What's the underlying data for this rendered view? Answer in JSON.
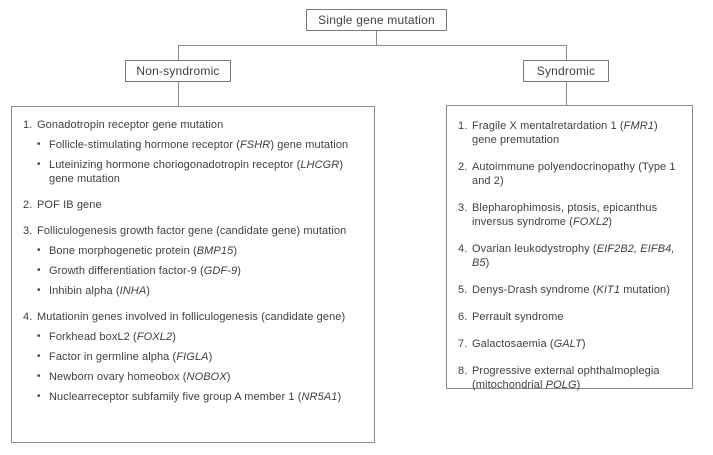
{
  "diagram": {
    "root_label": "Single gene mutation",
    "left": {
      "label": "Non-syndromic",
      "items": [
        {
          "num": "1.",
          "segs": [
            {
              "t": "Gonadotropin receptor gene mutation"
            }
          ],
          "bullets": [
            [
              {
                "t": "Follicle-stimulating hormone receptor ("
              },
              {
                "t": "FSHR",
                "i": true
              },
              {
                "t": ") gene mutation"
              }
            ],
            [
              {
                "t": "Luteinizing hormone choriogonadotropin receptor ("
              },
              {
                "t": "LHCGR",
                "i": true
              },
              {
                "t": ") gene mutation"
              }
            ]
          ]
        },
        {
          "num": "2.",
          "segs": [
            {
              "t": "POF IB gene"
            }
          ],
          "bullets": []
        },
        {
          "num": "3.",
          "segs": [
            {
              "t": "Folliculogenesis growth factor gene (candidate gene) mutation"
            }
          ],
          "bullets": [
            [
              {
                "t": "Bone morphogenetic protein ("
              },
              {
                "t": "BMP15",
                "i": true
              },
              {
                "t": ")"
              }
            ],
            [
              {
                "t": "Growth differentiation factor-9 ("
              },
              {
                "t": "GDF-9",
                "i": true
              },
              {
                "t": ")"
              }
            ],
            [
              {
                "t": "Inhibin alpha ("
              },
              {
                "t": "INHA",
                "i": true
              },
              {
                "t": ")"
              }
            ]
          ]
        },
        {
          "num": "4.",
          "segs": [
            {
              "t": "Mutationin genes involved in folliculogenesis (candidate gene)"
            }
          ],
          "bullets": [
            [
              {
                "t": "Forkhead boxL2 ("
              },
              {
                "t": "FOXL2",
                "i": true
              },
              {
                "t": ")"
              }
            ],
            [
              {
                "t": "Factor in germline alpha ("
              },
              {
                "t": "FIGLA",
                "i": true
              },
              {
                "t": ")"
              }
            ],
            [
              {
                "t": "Newborn ovary homeobox ("
              },
              {
                "t": "NOBOX",
                "i": true
              },
              {
                "t": ")"
              }
            ],
            [
              {
                "t": "Nuclearreceptor subfamily five group A member 1 ("
              },
              {
                "t": "NR5A1",
                "i": true
              },
              {
                "t": ")"
              }
            ]
          ]
        }
      ]
    },
    "right": {
      "label": "Syndromic",
      "items": [
        {
          "num": "1.",
          "segs": [
            {
              "t": "Fragile X mentalretardation 1 ("
            },
            {
              "t": "FMR1",
              "i": true
            },
            {
              "t": ") gene premutation"
            }
          ],
          "bullets": []
        },
        {
          "num": "2.",
          "segs": [
            {
              "t": "Autoimmune polyendocrinopathy (Type 1 and 2)"
            }
          ],
          "bullets": []
        },
        {
          "num": "3.",
          "segs": [
            {
              "t": "Blepharophimosis, ptosis, epicanthus inversus syndrome ("
            },
            {
              "t": "FOXL2",
              "i": true
            },
            {
              "t": ")"
            }
          ],
          "bullets": []
        },
        {
          "num": "4.",
          "segs": [
            {
              "t": "Ovarian leukodystrophy ("
            },
            {
              "t": "EIF2B2, EIFB4, B5",
              "i": true
            },
            {
              "t": ")"
            }
          ],
          "bullets": []
        },
        {
          "num": "5.",
          "segs": [
            {
              "t": "Denys-Drash syndrome ("
            },
            {
              "t": "KIT1",
              "i": true
            },
            {
              "t": " mutation)"
            }
          ],
          "bullets": []
        },
        {
          "num": "6.",
          "segs": [
            {
              "t": "Perrault syndrome"
            }
          ],
          "bullets": []
        },
        {
          "num": "7.",
          "segs": [
            {
              "t": "Galactosaemia ("
            },
            {
              "t": "GALT",
              "i": true
            },
            {
              "t": ")"
            }
          ],
          "bullets": []
        },
        {
          "num": "8.",
          "segs": [
            {
              "t": "Progressive external ophthalmoplegia (mitochondrial "
            },
            {
              "t": "POLG",
              "i": true
            },
            {
              "t": ")"
            }
          ],
          "bullets": []
        }
      ]
    },
    "colors": {
      "border": "#77787b",
      "line": "#8a8b8e",
      "text": "#414042"
    }
  }
}
